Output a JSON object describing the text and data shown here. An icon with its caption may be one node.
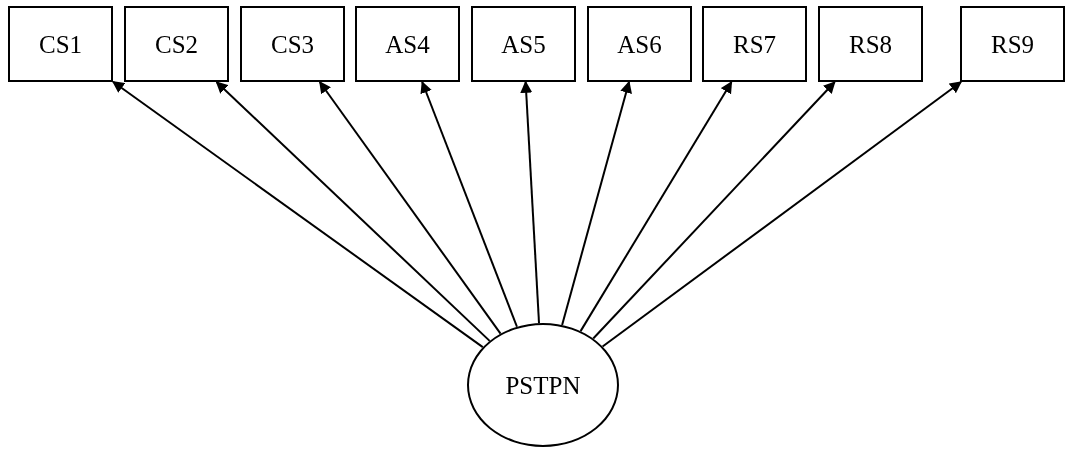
{
  "diagram": {
    "nodes": [
      {
        "text": [
          "CS1"
        ]
      },
      {
        "text": [
          "CS2"
        ]
      },
      {
        "text": [
          "CS3"
        ]
      },
      {
        "text": [
          "AS4"
        ]
      },
      {
        "text": [
          "AS5"
        ]
      },
      {
        "text": [
          "AS6"
        ]
      },
      {
        "text": [
          "RS7"
        ]
      },
      {
        "text": [
          "RS8"
        ]
      },
      {
        "text": [
          "RS9"
        ]
      },
      {
        "text": [
          "PSTPN"
        ]
      }
    ],
    "edges": [
      {
        "from": 9,
        "to": 0,
        "arrow": "to"
      },
      {
        "from": 9,
        "to": 1,
        "arrow": "to"
      },
      {
        "from": 9,
        "to": 2,
        "arrow": "to"
      },
      {
        "from": 9,
        "to": 3,
        "arrow": "to"
      },
      {
        "from": 9,
        "to": 4,
        "arrow": "to"
      },
      {
        "from": 9,
        "to": 5,
        "arrow": "to"
      },
      {
        "from": 9,
        "to": 6,
        "arrow": "to"
      },
      {
        "from": 9,
        "to": 7,
        "arrow": "to"
      },
      {
        "from": 9,
        "to": 8,
        "arrow": "to"
      }
    ]
  }
}
